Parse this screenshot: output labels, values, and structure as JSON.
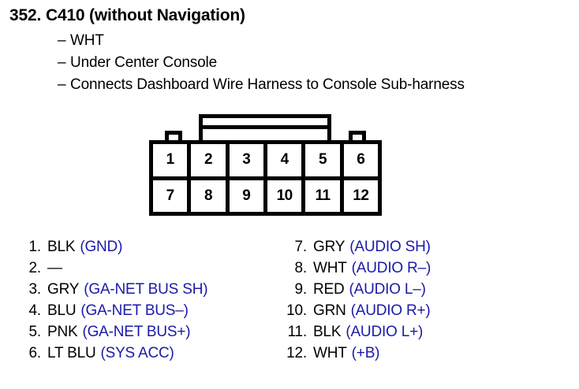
{
  "header": {
    "number": "352.",
    "title": "C410 (without Navigation)",
    "dash": "–",
    "details": [
      "WHT",
      "Under Center Console",
      "Connects Dashboard Wire Harness to Console Sub-harness"
    ]
  },
  "connector": {
    "name": "12-pin-connector",
    "rows": [
      [
        "1",
        "2",
        "3",
        "4",
        "5",
        "6"
      ],
      [
        "7",
        "8",
        "9",
        "10",
        "11",
        "12"
      ]
    ]
  },
  "colors": {
    "signal_blue": "#1a1aa8",
    "outline_black": "#000000",
    "background": "#ffffff"
  },
  "pins": {
    "left": [
      {
        "num": "1.",
        "wire": "BLK",
        "signal": "(GND)"
      },
      {
        "num": "2.",
        "wire": "—",
        "signal": ""
      },
      {
        "num": "3.",
        "wire": "GRY",
        "signal": "(GA-NET BUS SH)"
      },
      {
        "num": "4.",
        "wire": "BLU",
        "signal": "(GA-NET BUS–)"
      },
      {
        "num": "5.",
        "wire": "PNK",
        "signal": "(GA-NET BUS+)"
      },
      {
        "num": "6.",
        "wire": "LT BLU",
        "signal": "(SYS ACC)"
      }
    ],
    "right": [
      {
        "num": "7.",
        "wire": "GRY",
        "signal": "(AUDIO SH)"
      },
      {
        "num": "8.",
        "wire": "WHT",
        "signal": "(AUDIO R–)"
      },
      {
        "num": "9.",
        "wire": "RED",
        "signal": "(AUDIO L–)"
      },
      {
        "num": "10.",
        "wire": "GRN",
        "signal": "(AUDIO R+)"
      },
      {
        "num": "11.",
        "wire": "BLK",
        "signal": "(AUDIO L+)"
      },
      {
        "num": "12.",
        "wire": "WHT",
        "signal": "(+B)"
      }
    ]
  }
}
